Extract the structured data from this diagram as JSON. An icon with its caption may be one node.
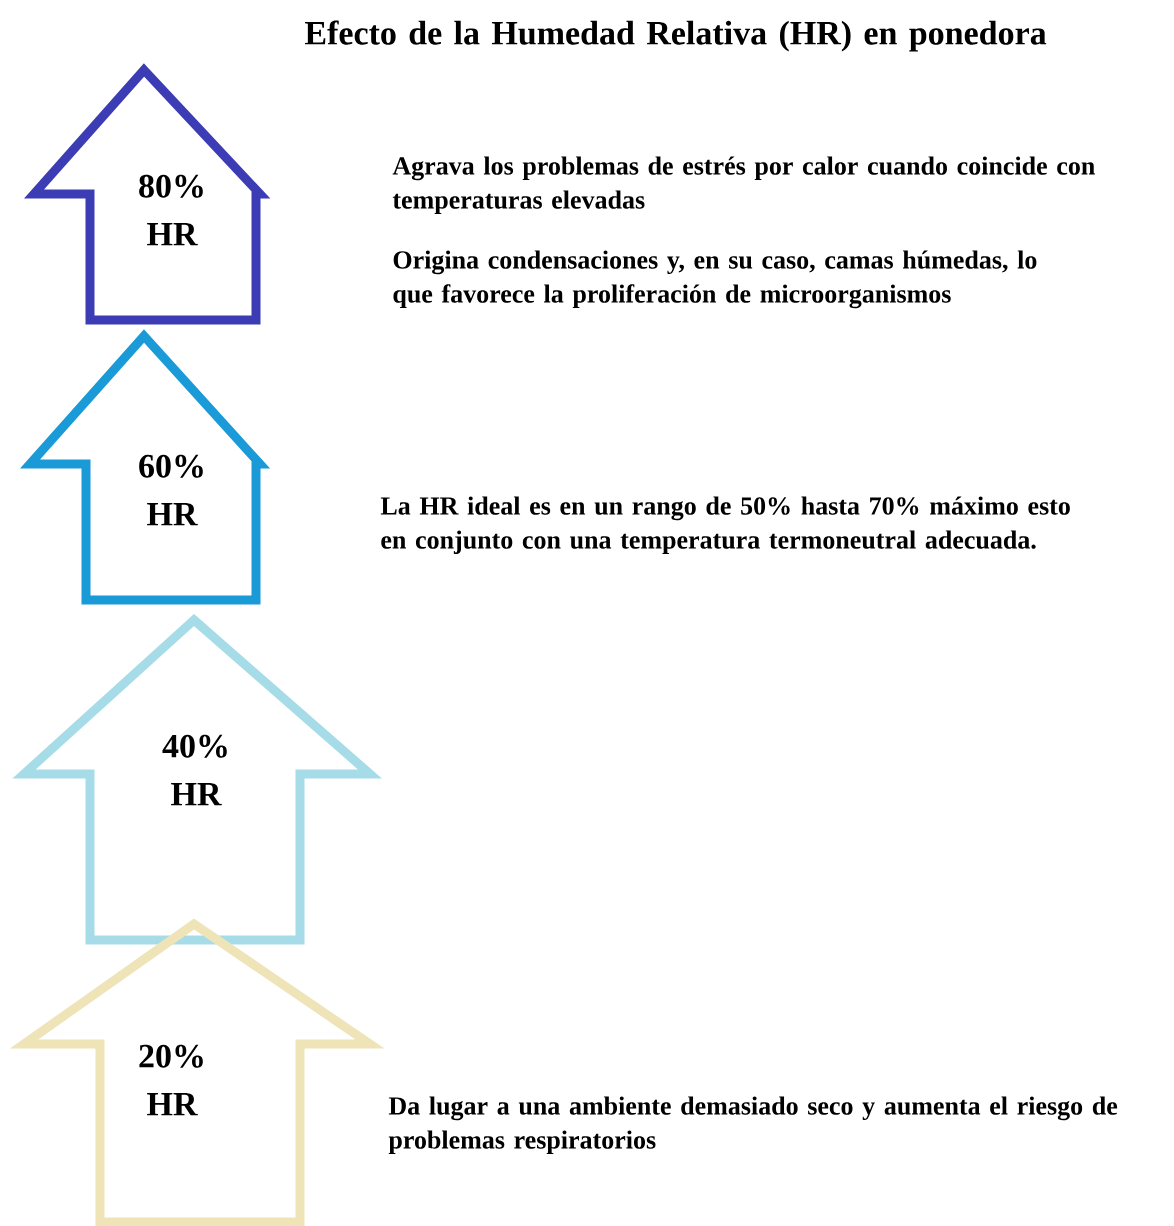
{
  "diagram": {
    "title": "Efecto de la Humedad Relativa (HR) en ponedora",
    "nodes": [
      {
        "text": [
          "80% HR"
        ],
        "beside": [
          "Agrava los problemas de estrés por calor cuando coincide con temperaturas elevadas",
          "Origina condensaciones y, en su caso, camas húmedas, lo que favorece la proliferación de microorganismos"
        ]
      },
      {
        "text": [
          "60% HR"
        ]
      },
      {
        "text": [
          "40% HR"
        ]
      },
      {
        "text": [
          "20% HR"
        ],
        "beside": [
          "Da lugar a una ambiente demasiado seco y aumenta el riesgo de problemas respiratorios"
        ]
      }
    ],
    "labels": [
      "La HR ideal es en un rango de 50% hasta 70% máximo esto en conjunto con una temperatura termoneutral adecuada."
    ]
  }
}
